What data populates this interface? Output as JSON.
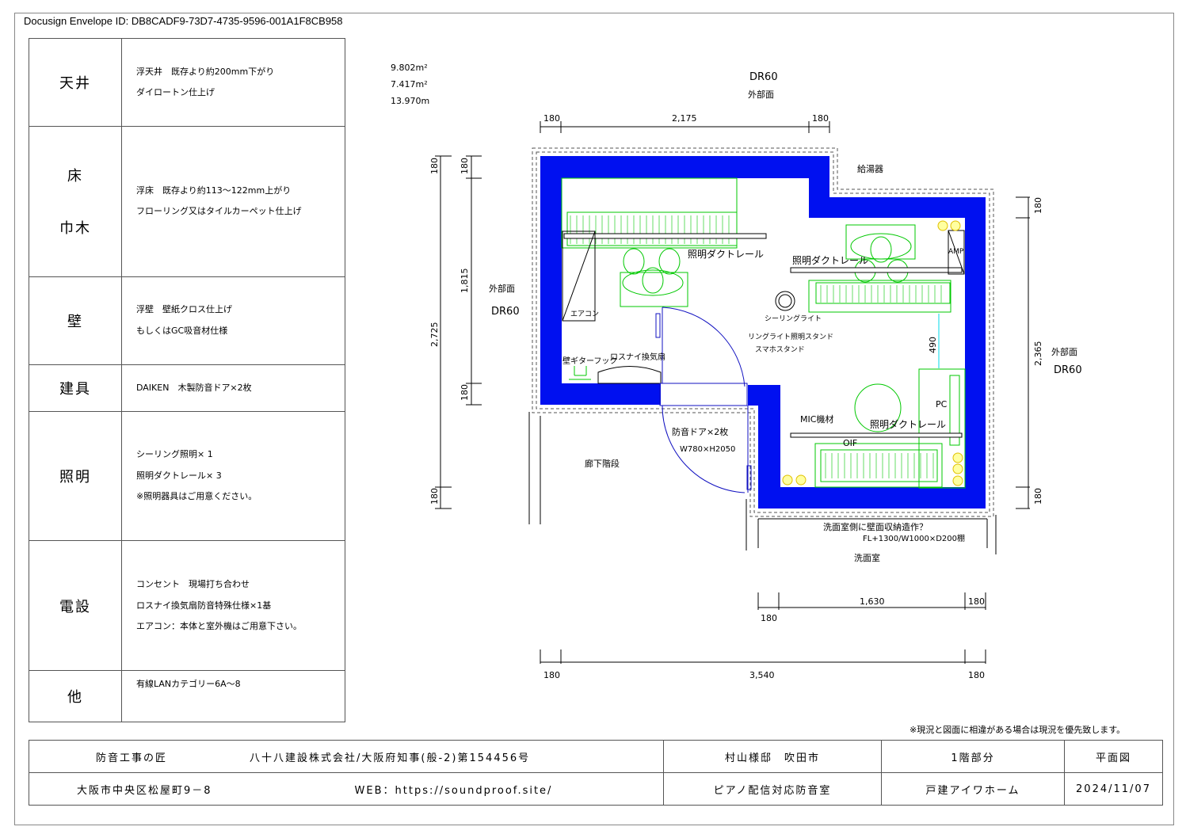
{
  "envelope_id": "Docusign Envelope ID: DB8CADF9-73D7-4735-9596-001A1F8CB958",
  "spec_table": [
    {
      "heading": "天井",
      "lines": [
        "浮天井　既存より約200mm下がり",
        "ダイロートン仕上げ"
      ]
    },
    {
      "heading": "床",
      "heading2": "巾木",
      "lines": [
        "浮床　既存より約113～122mm上がり",
        "フローリング又はタイルカーペット仕上げ"
      ]
    },
    {
      "heading": "壁",
      "lines": [
        "浮壁　壁紙クロス仕上げ",
        "もしくはGC吸音材仕様"
      ]
    },
    {
      "heading": "建具",
      "lines": [
        "DAIKEN　木製防音ドア×2枚"
      ]
    },
    {
      "heading": "照明",
      "lines": [
        "シーリング照明× 1",
        "照明ダクトレール× 3",
        "※照明器具はご用意ください。"
      ]
    },
    {
      "heading": "電設",
      "lines": [
        "コンセント　現場打ち合わせ",
        "ロスナイ換気扇防音特殊仕様×1基",
        "エアコン：本体と室外機はご用意下さい。"
      ]
    },
    {
      "heading": "他",
      "lines": [
        "有線LANカテゴリー6A～8"
      ]
    }
  ],
  "areas": [
    "9.802m²",
    "7.417m²",
    "13.970m"
  ],
  "plan": {
    "top_label": "DR60",
    "top_sub": "外部面",
    "left_label": "DR60",
    "left_sub": "外部面",
    "right_label": "DR60",
    "right_sub": "外部面",
    "water_heater": "給湯器",
    "dims_top": [
      "180",
      "2,175",
      "180"
    ],
    "dims_left": [
      "180",
      "180",
      "1,815",
      "180",
      "2,725",
      "180"
    ],
    "dims_right": [
      "180",
      "2,365",
      "180"
    ],
    "dims_mid": [
      "180",
      "1,630",
      "180"
    ],
    "dims_bottom": [
      "180",
      "3,540",
      "180"
    ],
    "dim_490": "490",
    "rail1": "照明ダクトレール",
    "rail2": "照明ダクトレール",
    "rail3": "照明ダクトレール",
    "aircon": "エアコン",
    "amp": "AMP",
    "pc": "PC",
    "mic": "MIC機材",
    "oif": "OIF",
    "ceiling_light": "シーリングライト",
    "ring_light": "リングライト照明スタンド",
    "phone_stand": "スマホスタンド",
    "guitar_hook": "壁ギターフック",
    "fan": "ロスナイ換気扇",
    "door_note": "防音ドア×2枚",
    "door_size": "W780×H2050",
    "corridor": "廊下階段",
    "storage_q": "洗面室側に壁面収納造作？",
    "storage_spec": "FL+1300/W1000×D200棚",
    "washroom": "洗面室"
  },
  "note": "※現況と図面に相違がある場合は現況を優先致します。",
  "title_block": {
    "brand": "防音工事の匠",
    "company": "八十八建設株式会社/大阪府知事(般-2)第154456号",
    "address": "大阪市中央区松屋町9－8",
    "web": "WEB：https://soundproof.site/",
    "client": "村山様邸　吹田市",
    "project": "ピアノ配信対応防音室",
    "floor": "1階部分",
    "builder": "戸建アイワホーム",
    "drawing": "平面図",
    "date": "2024/11/07"
  },
  "colors": {
    "wall": "#0010f0",
    "furniture": "#00c800",
    "door": "#1010c0",
    "outlet": "#e0e000",
    "dim": "#00d8e8"
  }
}
